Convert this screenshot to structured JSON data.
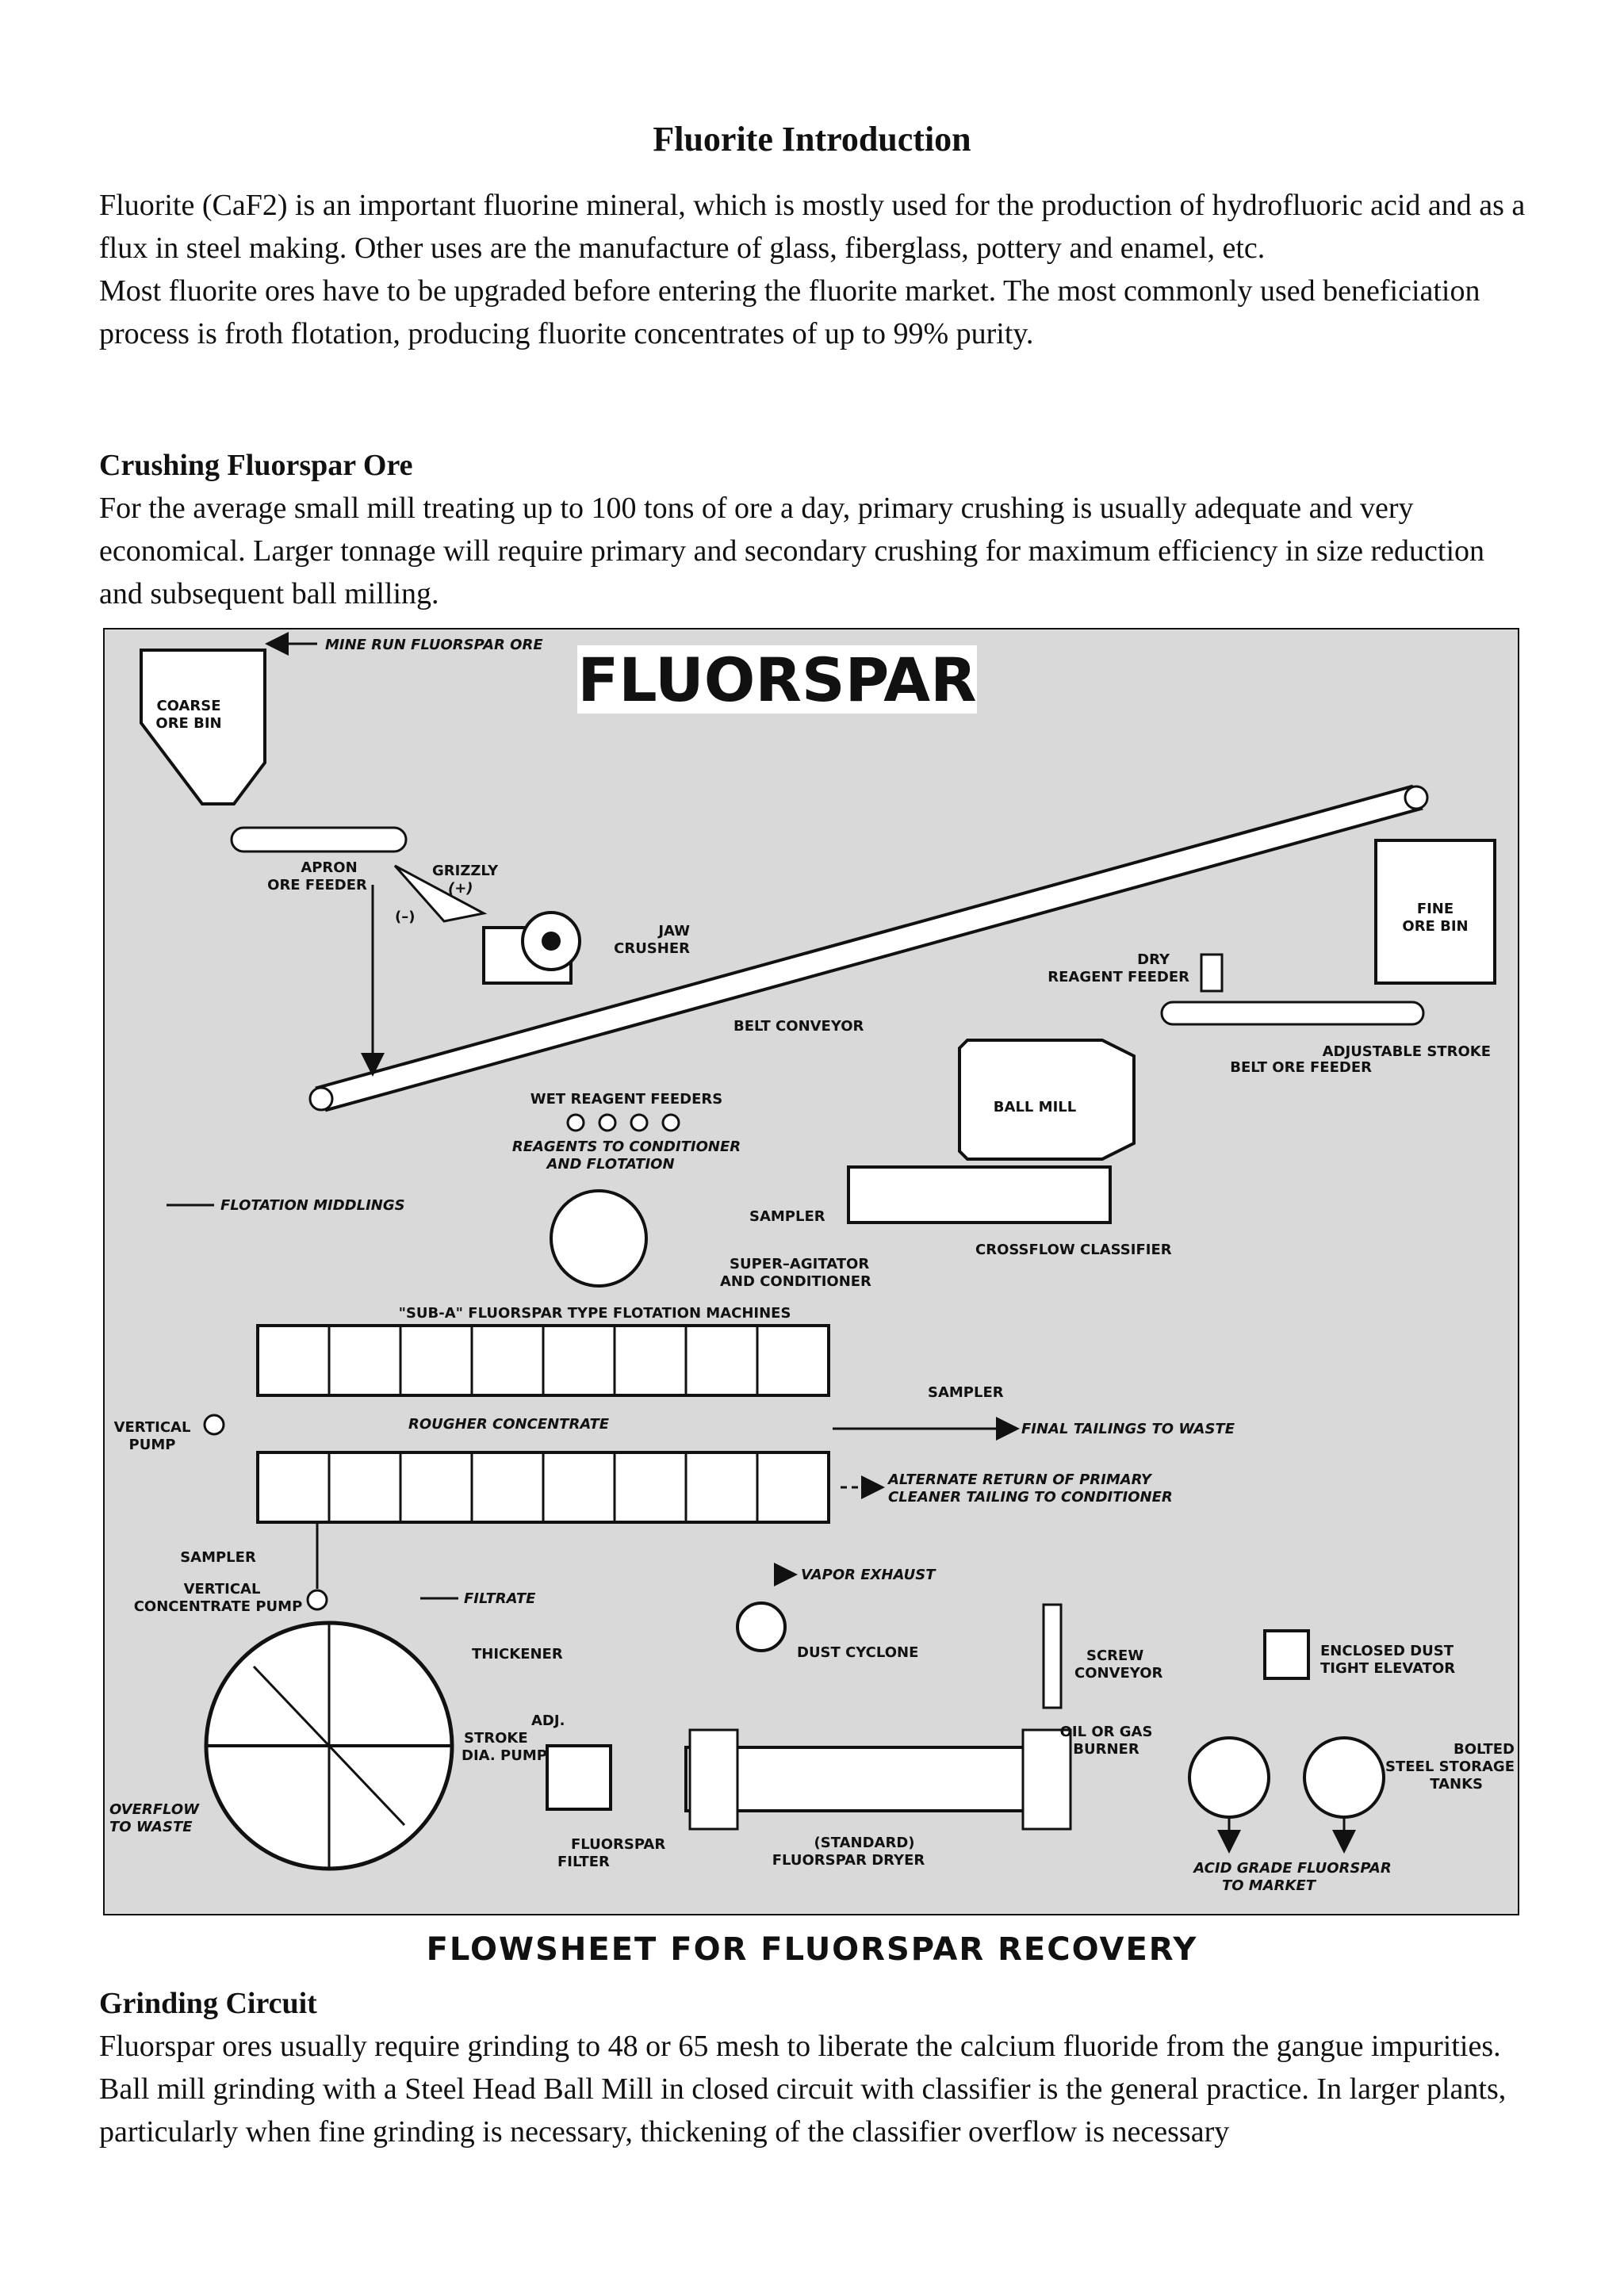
{
  "title": "Fluorite Introduction",
  "intro": {
    "p1": "Fluorite (CaF2) is an important fluorine mineral, which is mostly used for the production of hydrofluoric acid and as a flux in steel making. Other uses are the manufacture of glass, fiberglass, pottery and enamel, etc.",
    "p2": "Most fluorite ores have to be upgraded before entering the fluorite market. The most commonly used beneficiation process is froth flotation, producing fluorite concentrates of up to 99% purity."
  },
  "crushing": {
    "heading": "Crushing Fluorspar Ore",
    "text": "For the average small mill treating up to 100 tons of ore a day, primary crushing is usually adequate and very economical. Larger tonnage will require primary and secondary crushing for maximum efficiency in size reduction and subsequent ball milling."
  },
  "diagram": {
    "banner": "FLUORSPAR",
    "labels": {
      "mine_run": "MINE RUN FLUORSPAR ORE",
      "coarse_bin_1": "COARSE",
      "coarse_bin_2": "ORE BIN",
      "apron_1": "APRON",
      "apron_2": "ORE FEEDER",
      "grizzly": "GRIZZLY",
      "plus": "(+)",
      "minus": "(–)",
      "jaw_1": "JAW",
      "jaw_2": "CRUSHER",
      "belt_conveyor": "BELT CONVEYOR",
      "fine_bin_1": "FINE",
      "fine_bin_2": "ORE BIN",
      "dry_reagent_1": "DRY",
      "dry_reagent_2": "REAGENT FEEDER",
      "adjustable_1": "ADJUSTABLE STROKE",
      "adjustable_2": "BELT ORE FEEDER",
      "ball_mill": "BALL MILL",
      "wet_reagent": "WET REAGENT FEEDERS",
      "reagents_1": "REAGENTS TO CONDITIONER",
      "reagents_2": "AND FLOTATION",
      "flotation_middlings": "FLOTATION MIDDLINGS",
      "sampler_1": "SAMPLER",
      "super_agitator_1": "SUPER–AGITATOR",
      "super_agitator_2": "AND CONDITIONER",
      "crossflow": "CROSSFLOW CLASSIFIER",
      "sub_a": "\"SUB-A\" FLUORSPAR TYPE FLOTATION MACHINES",
      "sampler_2": "SAMPLER",
      "final_tailings": "FINAL TAILINGS TO WASTE",
      "vertical_pump_1": "VERTICAL",
      "vertical_pump_2": "PUMP",
      "rougher": "ROUGHER CONCENTRATE",
      "alternate_1": "ALTERNATE RETURN OF PRIMARY",
      "alternate_2": "CLEANER TAILING TO CONDITIONER",
      "sampler_3": "SAMPLER",
      "vertical_conc_1": "VERTICAL",
      "vertical_conc_2": "CONCENTRATE PUMP",
      "filtrate": "FILTRATE",
      "vapor_exhaust": "VAPOR EXHAUST",
      "thickener": "THICKENER",
      "dust_cyclone": "DUST CYCLONE",
      "screw_1": "SCREW",
      "screw_2": "CONVEYOR",
      "enclosed_1": "ENCLOSED DUST",
      "enclosed_2": "TIGHT ELEVATOR",
      "adj_1": "ADJ.",
      "adj_2": "STROKE",
      "adj_3": "DIA. PUMP",
      "oil_gas_1": "OIL OR GAS",
      "oil_gas_2": "BURNER",
      "bolted_1": "BOLTED",
      "bolted_2": "STEEL STORAGE",
      "bolted_3": "TANKS",
      "overflow_1": "OVERFLOW",
      "overflow_2": "TO WASTE",
      "filter_1": "FLUORSPAR",
      "filter_2": "FILTER",
      "dryer_1": "(STANDARD)",
      "dryer_2": "FLUORSPAR DRYER",
      "acid_1": "ACID GRADE FLUORSPAR",
      "acid_2": "TO MARKET"
    }
  },
  "caption": "FLOWSHEET FOR FLUORSPAR RECOVERY",
  "grinding": {
    "heading": "Grinding Circuit",
    "p1": "Fluorspar ores usually require grinding to 48 or 65 mesh to liberate the calcium fluoride from the gangue impurities.",
    "p2": "Ball mill grinding with a Steel Head Ball Mill in closed circuit with classifier is the general practice. In larger plants, particularly when fine grinding is necessary, thickening of the classifier overflow is necessary"
  }
}
